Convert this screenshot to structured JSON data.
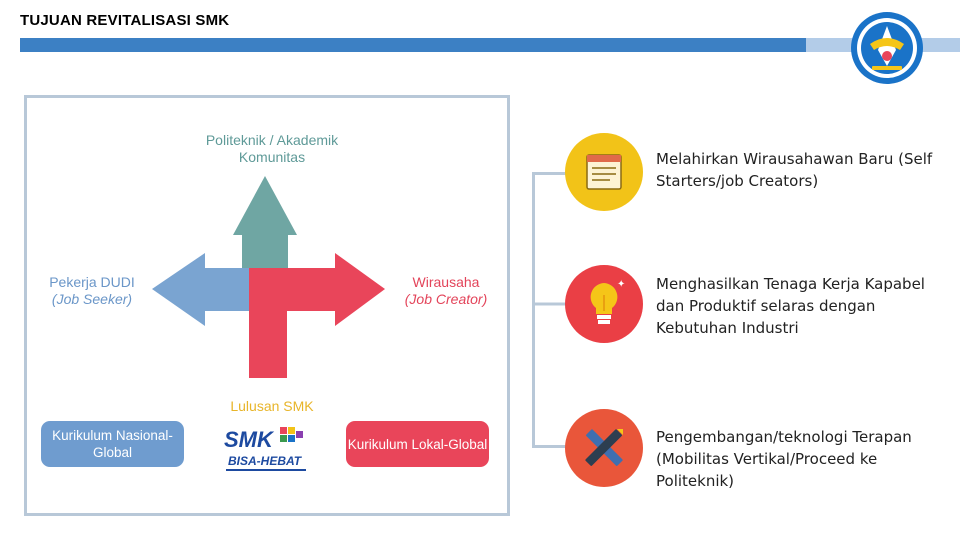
{
  "title": "TUJUAN REVITALISASI SMK",
  "diagram": {
    "top_label": "Politeknik / Akademik Komunitas",
    "left_label": "Pekerja DUDI",
    "left_sub": "(Job Seeker)",
    "right_label": "Wirausaha",
    "right_sub": "(Job Creator)",
    "bottom_label": "Lulusan SMK",
    "pill_left": "Kurikulum Nasional-Global",
    "pill_right": "Kurikulum Lokal-Global",
    "smk_logo_text": "SMK",
    "smk_logo_sub": "BISA-HEBAT",
    "colors": {
      "teal": "#6fa6a3",
      "blue": "#7aa4d1",
      "red": "#e9455a",
      "yellow": "#e8b52a"
    }
  },
  "goals": [
    {
      "icon": "notepad-icon",
      "text": "Melahirkan Wirausahawan Baru (Self Starters/job Creators)",
      "color": "#f2c318"
    },
    {
      "icon": "lightbulb-icon",
      "text": "Menghasilkan Tenaga Kerja Kapabel dan Produktif selaras dengan Kebutuhan Industri",
      "color": "#ea3f45"
    },
    {
      "icon": "pencil-ruler-icon",
      "text": "Pengembangan/teknologi Terapan (Mobilitas Vertikal/Proceed ke Politeknik)",
      "color": "#e9563a"
    }
  ]
}
